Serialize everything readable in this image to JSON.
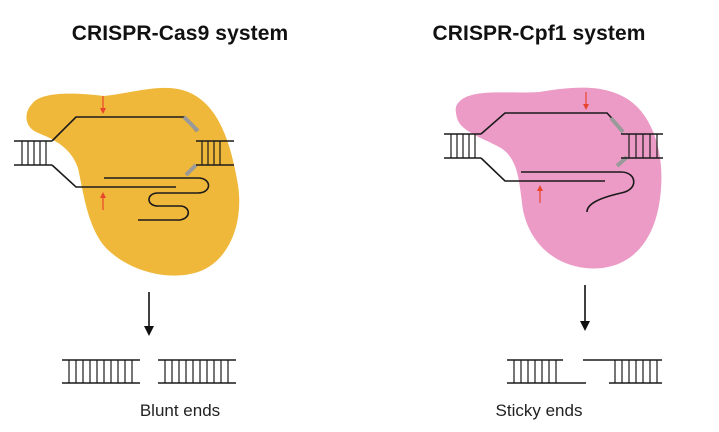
{
  "panels": [
    {
      "title": "CRISPR-Cas9 system",
      "caption": "Blunt ends",
      "protein_color": "#F0B83A",
      "pam_color": "#9a9a9a",
      "cut_arrow_color": "#E8452C"
    },
    {
      "title": "CRISPR-Cpf1 system",
      "caption": "Sticky ends",
      "protein_color": "#EC9BC6",
      "pam_color": "#9a9a9a",
      "cut_arrow_color": "#E8452C"
    }
  ]
}
